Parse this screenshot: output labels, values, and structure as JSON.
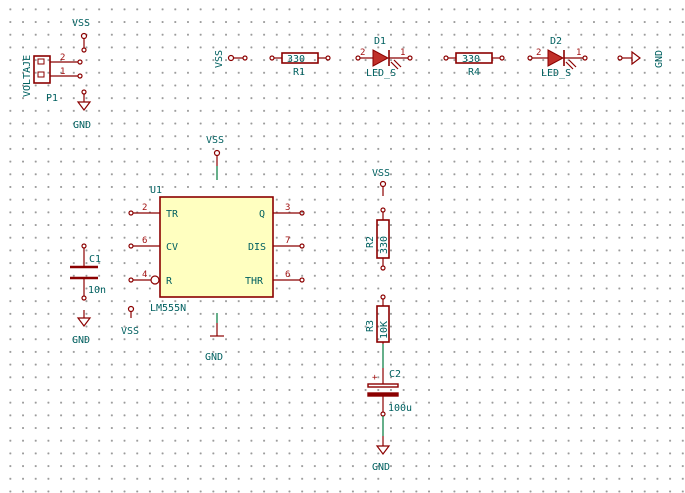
{
  "schematic": {
    "p1": {
      "ref": "P1",
      "value": "VOLTAJE",
      "pin_top": "2",
      "pin_bottom": "1"
    },
    "power": {
      "vss_p1": "VSS",
      "gnd_p1": "GND",
      "vss_row": "VSS",
      "gnd_row": "GND",
      "vss_u1": "VSS",
      "gnd_u1": "GND",
      "vss_r4": "VSS",
      "vss_r2": "VSS",
      "gnd_c1": "GND",
      "gnd_c2": "GND"
    },
    "r1": {
      "ref": "R1",
      "value": "330"
    },
    "d1": {
      "ref": "D1",
      "value": "LED_S",
      "pin_a": "2",
      "pin_k": "1"
    },
    "r4": {
      "ref": "R4",
      "value": "330"
    },
    "d2": {
      "ref": "D2",
      "value": "LED_S",
      "pin_a": "2",
      "pin_k": "1"
    },
    "u1": {
      "ref": "U1",
      "value": "LM555N",
      "pins": [
        {
          "num": "2",
          "name": "TR"
        },
        {
          "num": "6",
          "name": "CV"
        },
        {
          "num": "4",
          "name": "R"
        },
        {
          "num": "3",
          "name": "Q"
        },
        {
          "num": "7",
          "name": "DIS"
        },
        {
          "num": "6",
          "name": "THR"
        }
      ]
    },
    "c1": {
      "ref": "C1",
      "value": "10n"
    },
    "r2": {
      "ref": "R2",
      "value": "330"
    },
    "r3": {
      "ref": "R3",
      "value": "10K"
    },
    "c2": {
      "ref": "C2",
      "value": "100u",
      "polarity": "+"
    }
  }
}
